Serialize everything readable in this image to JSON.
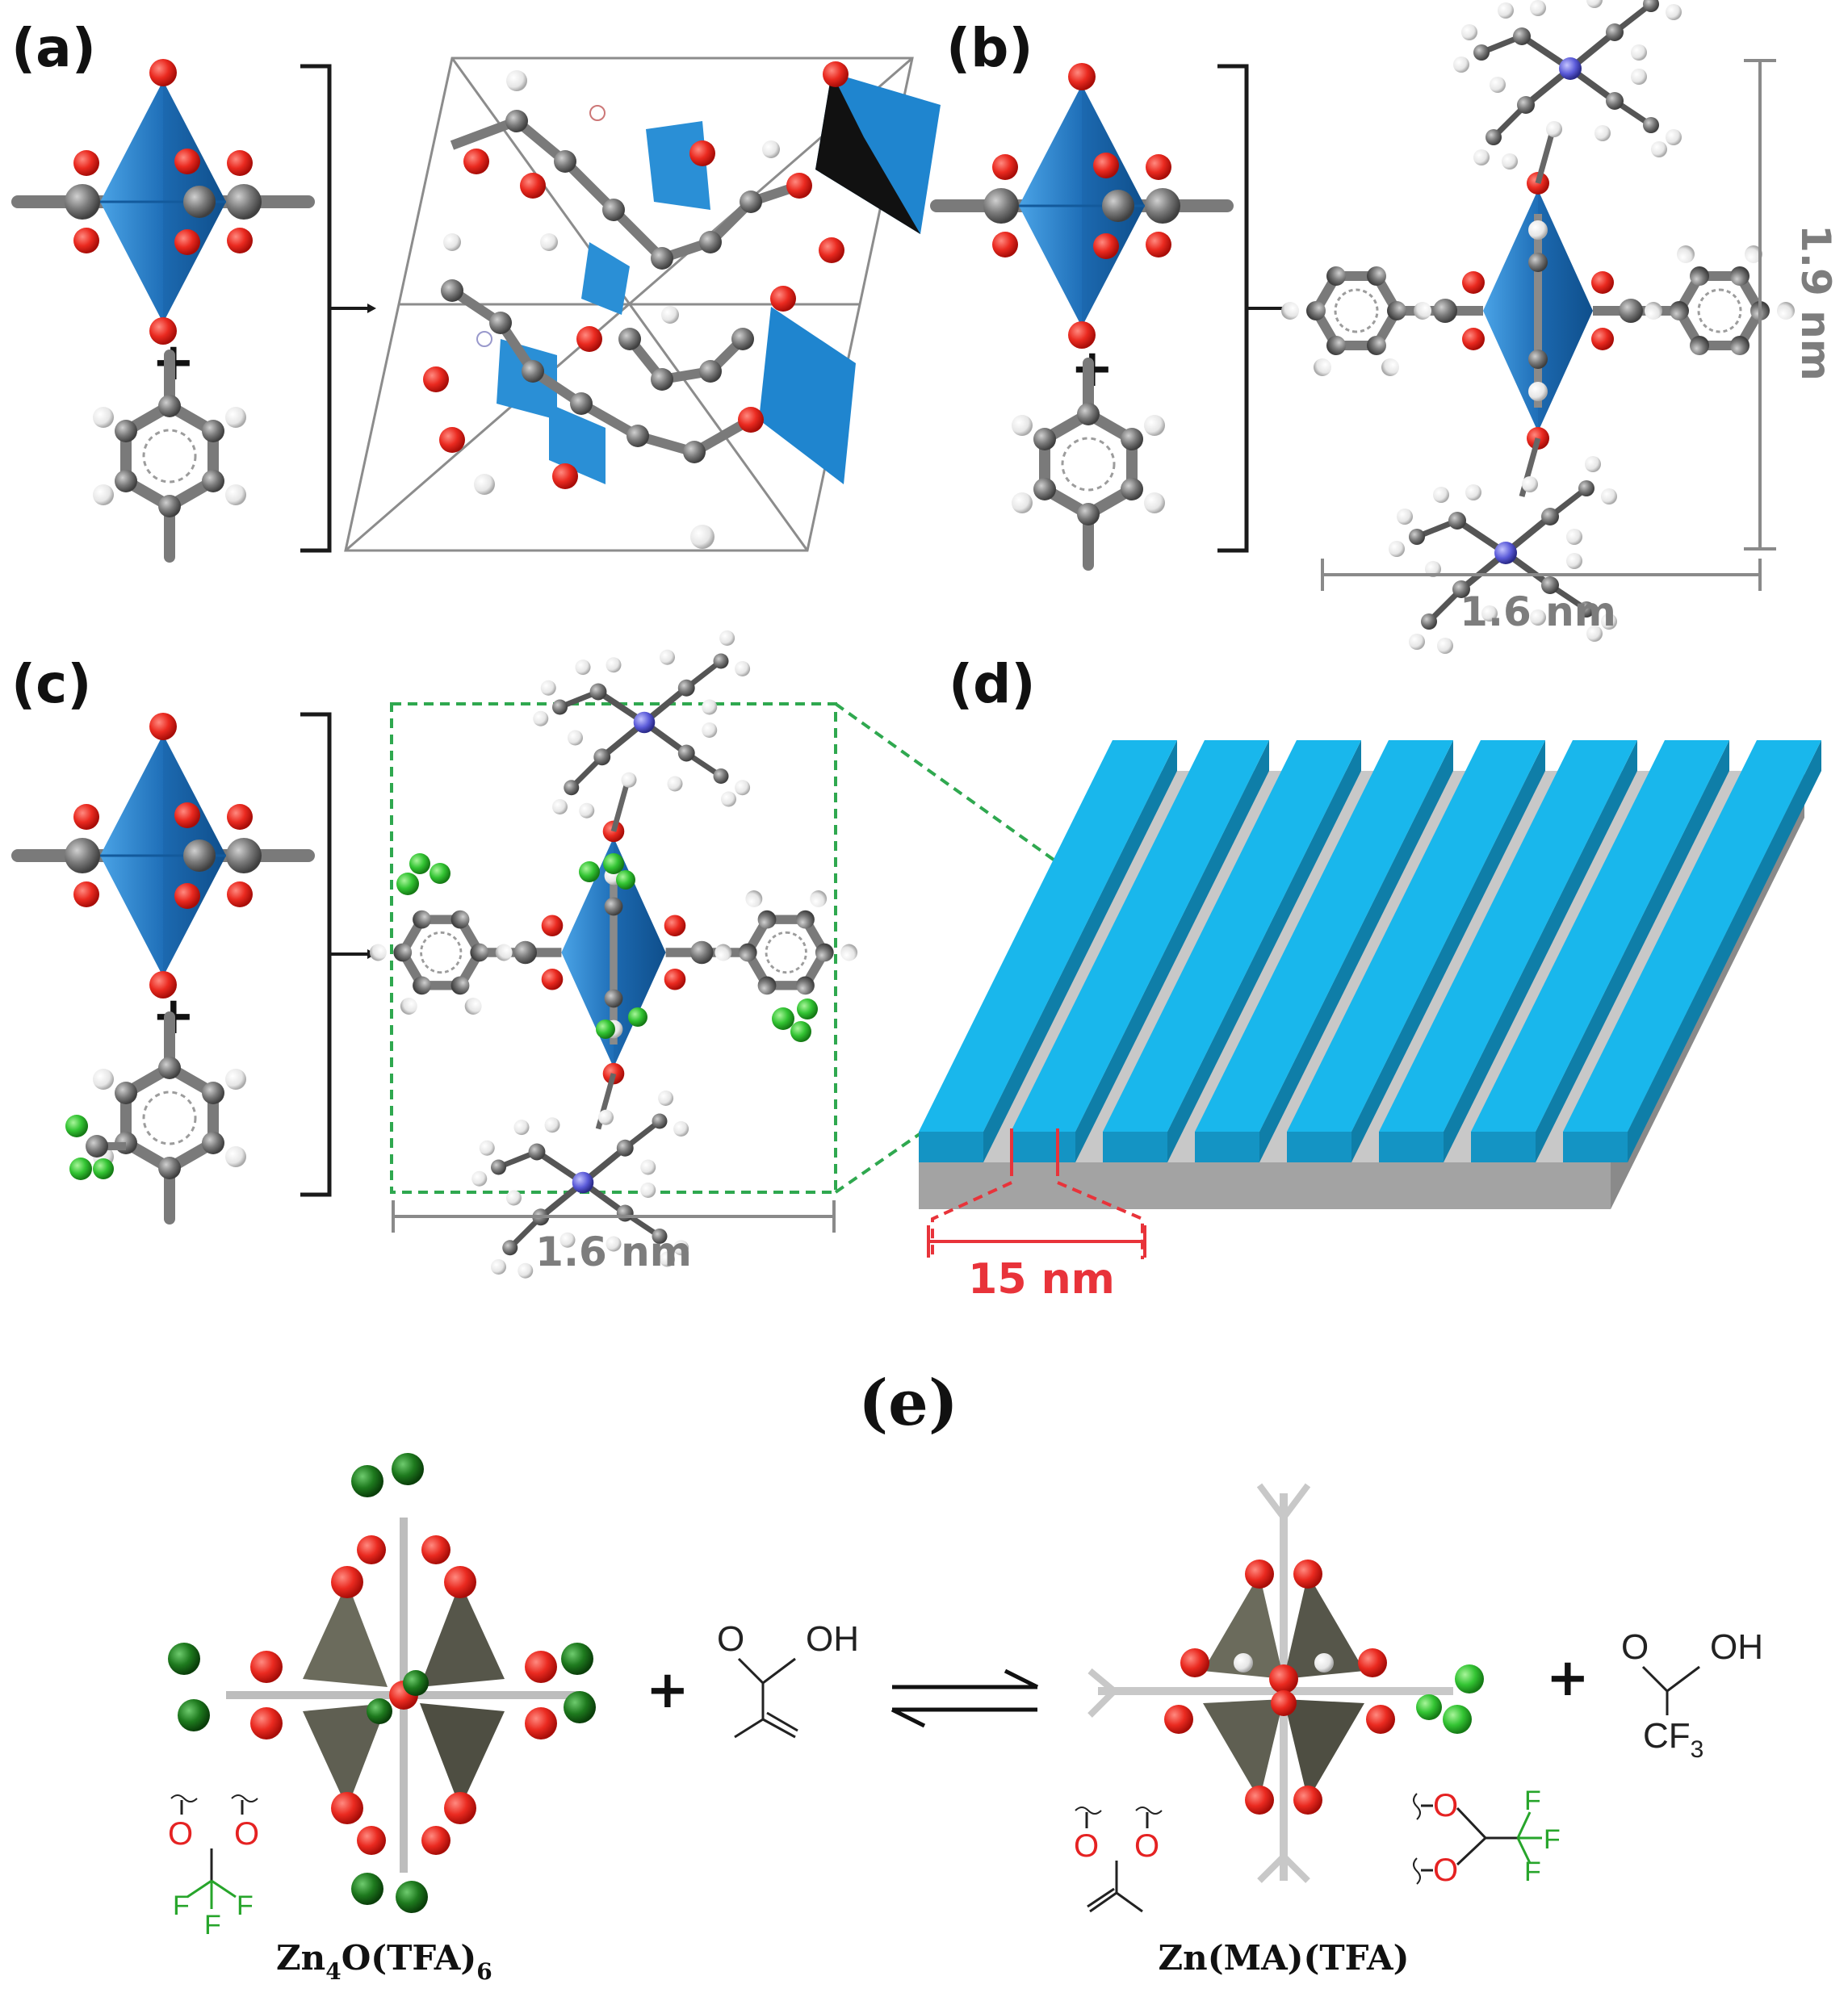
{
  "panels": {
    "a": {
      "label": "(a)"
    },
    "b": {
      "label": "(b)",
      "height_label": "1.9 nm",
      "width_label": "1.6 nm"
    },
    "c": {
      "label": "(c)",
      "width_label": "1.6 nm"
    },
    "d": {
      "label": "(d)",
      "pitch_label": "15 nm"
    },
    "e": {
      "label": "(e)",
      "reactant_acid": {
        "o": "O",
        "oh": "OH"
      },
      "product_acid": {
        "o": "O",
        "oh": "OH",
        "cf": "CF",
        "cf_sub": "3"
      },
      "cluster_left": {
        "name_main": "Zn",
        "name_sub": "4",
        "name_rest": "O(TFA)",
        "name_sub2": "6"
      },
      "cluster_right": {
        "name": "Zn(MA)(TFA)"
      },
      "ligand_text": {
        "o": "O",
        "f": "F"
      }
    }
  },
  "symbols": {
    "plus": "+"
  },
  "colors": {
    "polyhedron": "#1f78c1",
    "oxygen": "#e8231f",
    "carbon": "#777777",
    "hydrogen": "#f0f0f0",
    "fluorine": "#33c433",
    "nitrogen": "#5a5aff",
    "grating": "#19b7ec",
    "substrate": "#bdbdbd",
    "dim_gray": "#8a8a8a",
    "dim_red": "#e8333a",
    "green_box": "#2fa84f"
  }
}
